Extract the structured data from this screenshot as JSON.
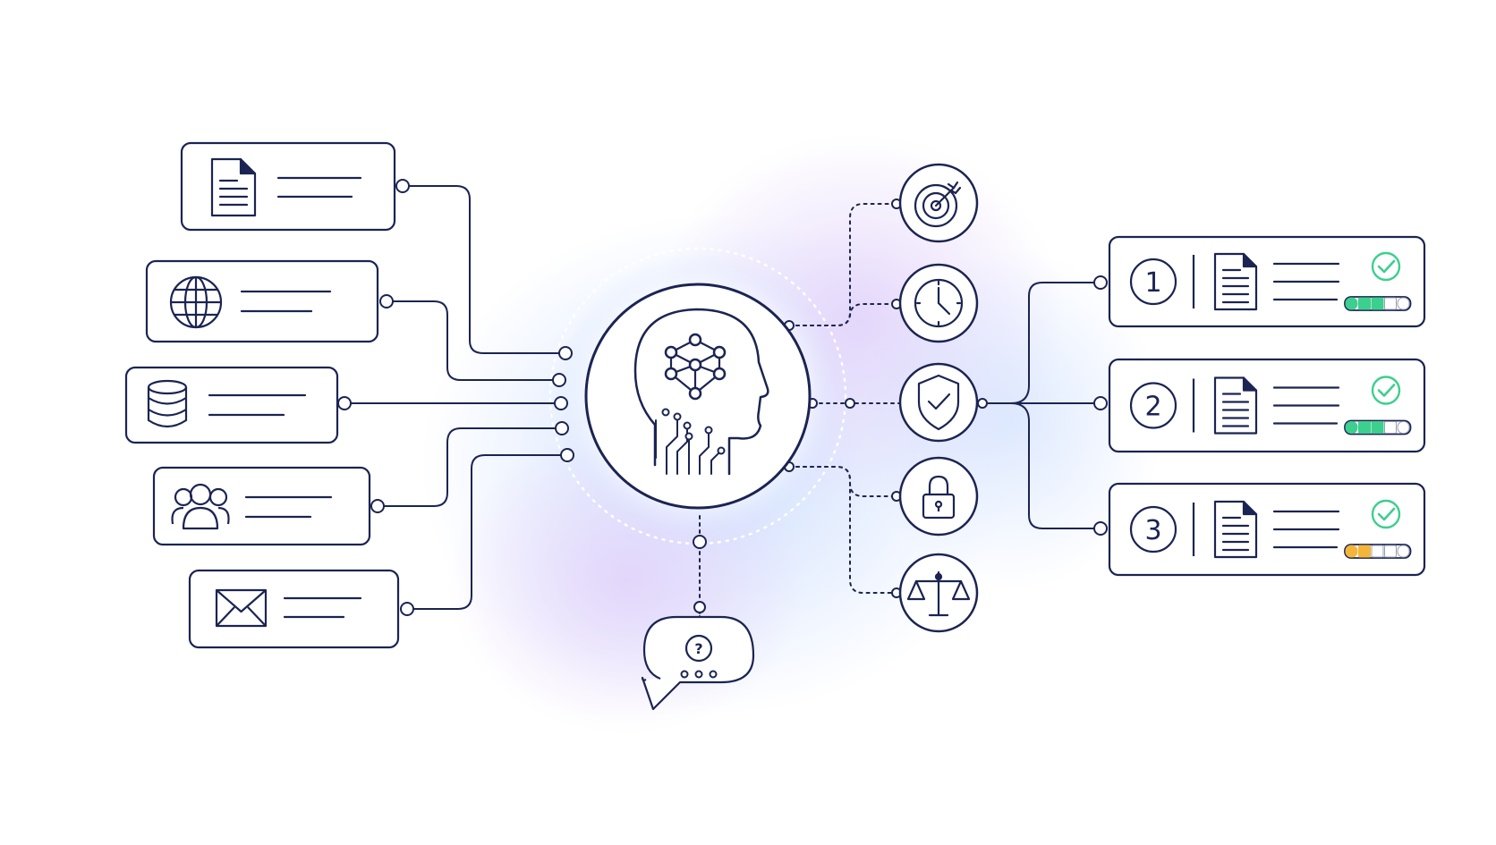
{
  "colors": {
    "ink": "#1b2452",
    "accent_green": "#3ccf8e",
    "accent_amber": "#f4b63a",
    "empty_segment": "#ffffff",
    "glow_blue": "#cfe0ff",
    "glow_violet": "#e6dcfb"
  },
  "center": {
    "icon": "ai-head-circuit-icon"
  },
  "input_sources": [
    {
      "icon": "document-icon"
    },
    {
      "icon": "globe-icon"
    },
    {
      "icon": "database-icon"
    },
    {
      "icon": "users-icon"
    },
    {
      "icon": "mail-icon"
    }
  ],
  "query": {
    "icon": "question-chat-bubble-icon"
  },
  "checks": [
    {
      "icon": "target-icon"
    },
    {
      "icon": "clock-icon"
    },
    {
      "icon": "shield-check-icon"
    },
    {
      "icon": "lock-icon"
    },
    {
      "icon": "scales-icon"
    }
  ],
  "results": [
    {
      "rank": "1",
      "icon": "document-icon",
      "status_icon": "check-circle-icon",
      "progress_filled": 3,
      "progress_total": 5,
      "progress_color": "#3ccf8e"
    },
    {
      "rank": "2",
      "icon": "document-icon",
      "status_icon": "check-circle-icon",
      "progress_filled": 3,
      "progress_total": 5,
      "progress_color": "#3ccf8e"
    },
    {
      "rank": "3",
      "icon": "document-icon",
      "status_icon": "check-circle-icon",
      "progress_filled": 2,
      "progress_total": 5,
      "progress_color": "#f4b63a"
    }
  ]
}
